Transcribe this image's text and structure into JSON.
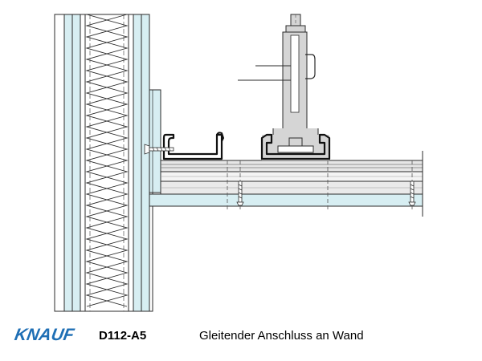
{
  "caption": {
    "code": "D112-A5",
    "title": "Gleitender Anschluss an Wand"
  },
  "logo": {
    "text": "KNAUF",
    "color": "#1f6fb5"
  },
  "colors": {
    "board": "#d7eef2",
    "board_dark": "#b9e1e7",
    "profile_grey": "#d5d5d5",
    "outline": "#2b2b2b",
    "insulation": "#ffffff"
  },
  "icons": [
    "screw-icon",
    "insulation-zigzag",
    "hanger-rod",
    "c-profile",
    "u-profile"
  ]
}
